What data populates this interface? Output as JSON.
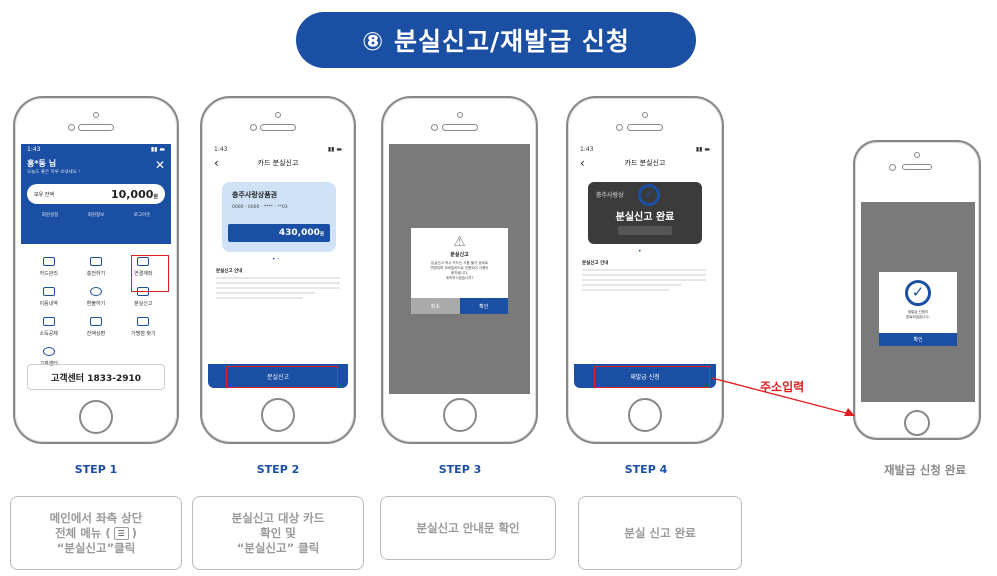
{
  "title": "⑧ 분실신고/재발급 신청",
  "steps": [
    "STEP 1",
    "STEP 2",
    "STEP 3",
    "STEP 4"
  ],
  "final_label": "재발급 신청 완료",
  "instructions": {
    "s1_line1": "메인에서 좌측 상단",
    "s1_line2a": "전체 메뉴 (",
    "s1_line2b": " )",
    "s1_line3": "“분실신고”클릭",
    "s2_line1": "분실신고 대상 카드",
    "s2_line2": "확인 및",
    "s2_line3": "“분실신고” 클릭",
    "s3": "분실신고 안내문 확인",
    "s4": "분실 신고 완료"
  },
  "annotation": "주소입력",
  "phone1": {
    "time": "1:43",
    "greeting": "홍*동 님",
    "greeting_sub": "오늘도 좋은 하루 보내세요 !",
    "balance_label": "보유 잔액",
    "balance": "10,000",
    "balance_unit": "원",
    "links": [
      "회원설정",
      "회원정보",
      "로그아웃"
    ],
    "menu": [
      "카드관리",
      "충전하기",
      "연결계좌",
      "이용내역",
      "환불하기",
      "분실신고",
      "소득공제",
      "잔액상환",
      "가맹점 찾기",
      "고객센터"
    ],
    "service": "고객센터 1833-2910"
  },
  "phone2": {
    "time": "1:43",
    "header": "카드 분실신고",
    "card_name": "충주사랑상품권",
    "card_number": "0000 - 0000 - **** - **03",
    "amount": "430,000",
    "amount_unit": "원",
    "notice_title": "분실신고 안내",
    "button": "분실신고"
  },
  "phone3": {
    "dialog_title": "분실신고",
    "dialog_body1": "분실신고 즉시 카드는 사용 불가 상태로",
    "dialog_body2": "변경되며 모바일카드로 전환되어 사용이",
    "dialog_body3": "중지됩니다.",
    "dialog_body4": "계속하시겠습니까?",
    "cancel": "취소",
    "confirm": "확인"
  },
  "phone4": {
    "time": "1:43",
    "header": "카드 분실신고",
    "overlay_text": "분실신고 완료",
    "card_name": "충주사랑상",
    "notice_title": "분실신고 안내",
    "button": "재발급 신청"
  },
  "phone5": {
    "message1": "재발급 신청이",
    "message2": "완료되었습니다.",
    "confirm": "확인"
  },
  "colors": {
    "primary": "#1b4fa3",
    "annotation": "#e02020"
  }
}
